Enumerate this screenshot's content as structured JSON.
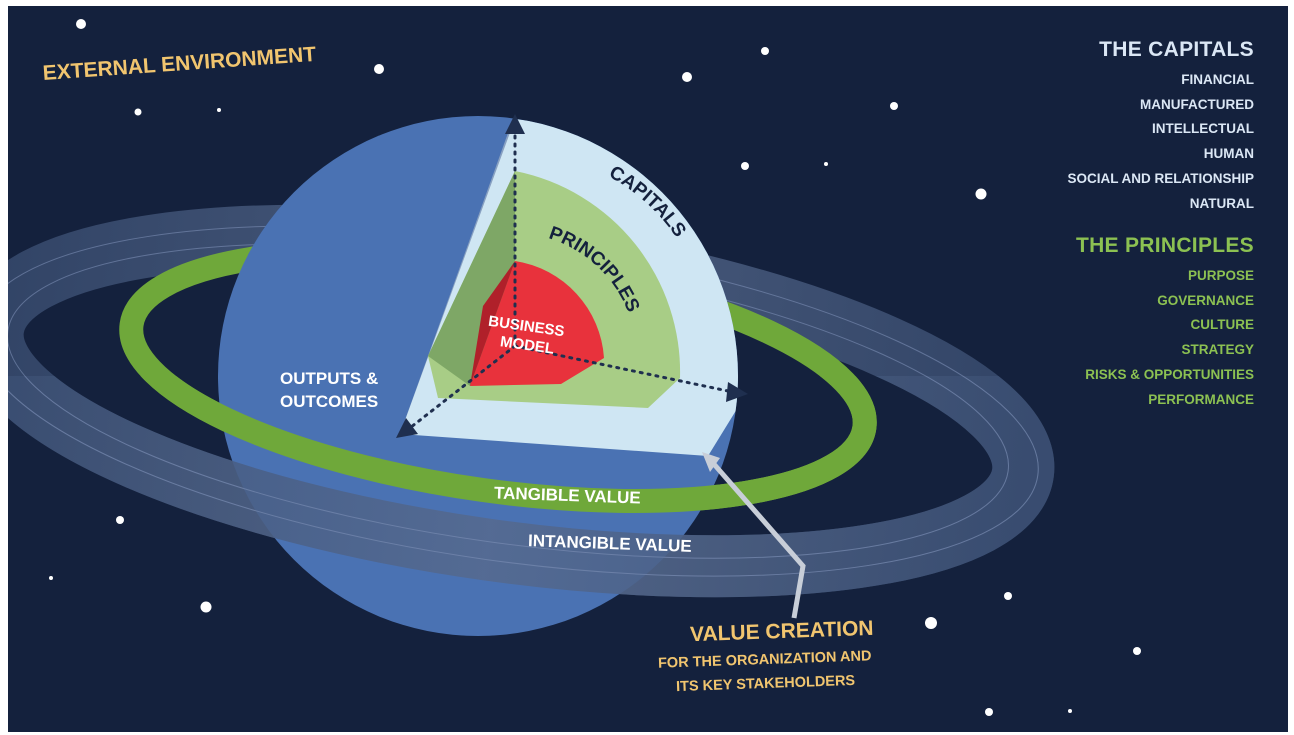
{
  "external_environment": "EXTERNAL ENVIRONMENT",
  "capitals_panel": {
    "heading": "THE CAPITALS",
    "items": [
      "FINANCIAL",
      "MANUFACTURED",
      "INTELLECTUAL",
      "HUMAN",
      "SOCIAL AND RELATIONSHIP",
      "NATURAL"
    ]
  },
  "principles_panel": {
    "heading": "THE PRINCIPLES",
    "items": [
      "PURPOSE",
      "GOVERNANCE",
      "CULTURE",
      "STRATEGY",
      "RISKS & OPPORTUNITIES",
      "PERFORMANCE"
    ]
  },
  "planet": {
    "layer_outer": "CAPITALS",
    "layer_middle": "PRINCIPLES",
    "core_line1": "BUSINESS",
    "core_line2": "MODEL",
    "outputs_line1": "OUTPUTS &",
    "outputs_line2": "OUTCOMES"
  },
  "rings": {
    "tangible": "TANGIBLE VALUE",
    "intangible": "INTANGIBLE VALUE"
  },
  "value_creation": {
    "title": "VALUE CREATION",
    "line1": "FOR THE ORGANIZATION AND",
    "line2": "ITS KEY STAKEHOLDERS"
  },
  "colors": {
    "space": "#14213d",
    "planet": "#4a72b3",
    "capitals_layer": "#cfe6f3",
    "principles_layer": "#a8cd86",
    "core": "#e8323c",
    "tangible_ring": "#6fa83a",
    "accent_gold": "#f1c56f",
    "principles_green": "#8cc152"
  }
}
